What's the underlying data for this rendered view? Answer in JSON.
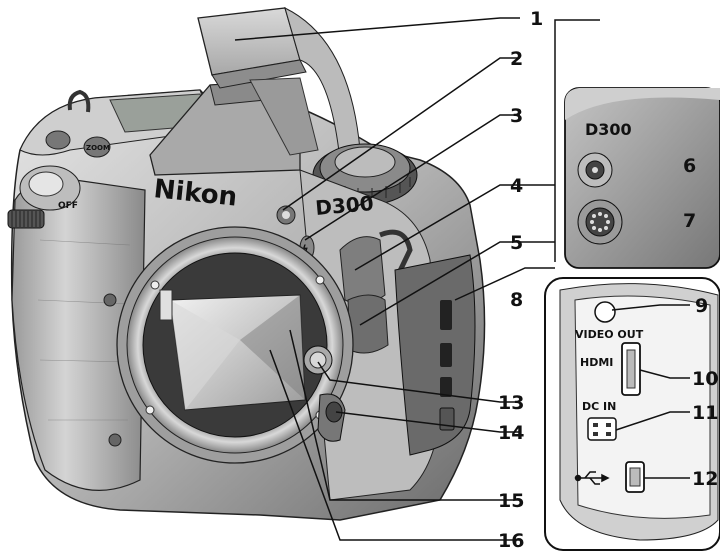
{
  "camera": {
    "brand": "Nikon",
    "model": "D300",
    "button_labels": {
      "zoom": "ZOOM",
      "off": "OFF"
    }
  },
  "side_panel": {
    "model": "D300"
  },
  "connector_panel": {
    "video_out": "VIDEO OUT",
    "hdmi": "HDMI",
    "dc_in": "DC IN"
  },
  "callouts": [
    "1",
    "2",
    "3",
    "4",
    "5",
    "6",
    "7",
    "8",
    "9",
    "10",
    "11",
    "12",
    "13",
    "14",
    "15",
    "16"
  ],
  "colors": {
    "line": "#111111",
    "body_light": "#c9c9c9",
    "body_dark": "#4a4a4a"
  }
}
